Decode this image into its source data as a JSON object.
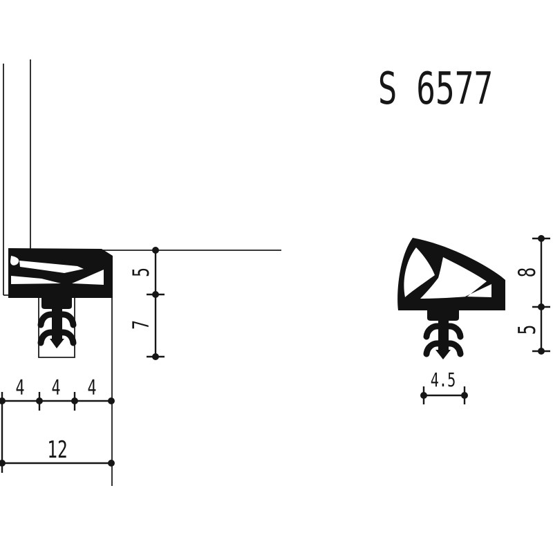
{
  "title": "S 6577",
  "installed_view": {
    "dim_seal_gap": "5",
    "dim_groove_depth": "7",
    "dim_segment_a": "4",
    "dim_segment_b": "4",
    "dim_segment_c": "4",
    "dim_total_width": "12"
  },
  "free_profile_view": {
    "dim_body_height": "8",
    "dim_stem_height": "5",
    "dim_stem_width": "4.5"
  },
  "colors": {
    "ink": "#161616",
    "background": "#ffffff"
  }
}
